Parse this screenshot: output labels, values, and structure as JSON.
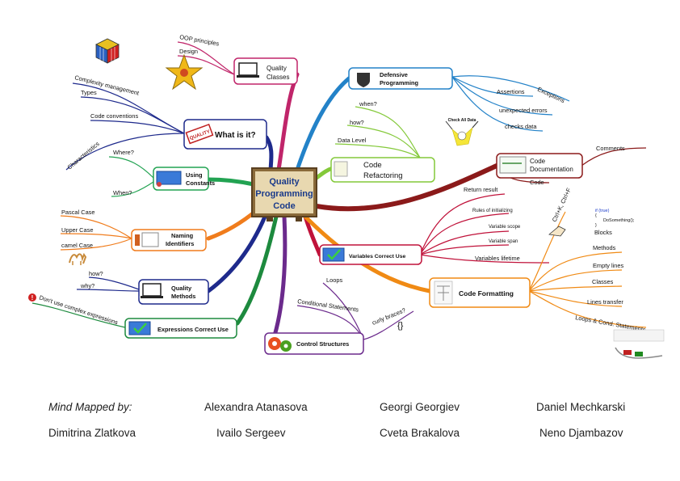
{
  "center": {
    "line1": "Quality",
    "line2": "Programming",
    "line3": "Code"
  },
  "topics": {
    "quality_classes": {
      "line1": "Quality",
      "line2": "Classes",
      "children": [
        "OOP principles",
        "Design"
      ]
    },
    "what_is_it": {
      "label": "What is it?",
      "badge": "QUALITY",
      "children": [
        "Complexity management",
        "Types",
        "Code conventions",
        "Characteristics"
      ]
    },
    "using_constants": {
      "line1": "Using",
      "line2": "Constants",
      "children": [
        "Where?",
        "When?"
      ]
    },
    "naming_identifiers": {
      "line1": "Naming",
      "line2": "Identifiers",
      "children": [
        "Pascal Case",
        "Upper Case",
        "camel Case"
      ]
    },
    "quality_methods": {
      "line1": "Quality",
      "line2": "Methods",
      "children": [
        "how?",
        "why?"
      ]
    },
    "expressions_correct_use": {
      "label": "Expressions Correct Use",
      "children": [
        "Don't use complex expressions"
      ]
    },
    "control_structures": {
      "label": "Control Structures",
      "children": [
        "Loops",
        "Conditional Statements",
        "curly braces?"
      ],
      "braces": "{}"
    },
    "defensive_programming": {
      "line1": "Defensive",
      "line2": "Programming",
      "children": [
        "Exceptions",
        "Assertions",
        "unexpected errors",
        "checks data"
      ]
    },
    "code_refactoring": {
      "line1": "Code",
      "line2": "Refactoring",
      "children": [
        "when?",
        "how?",
        "Data Level"
      ]
    },
    "code_documentation": {
      "line1": "Code",
      "line2": "Documentation",
      "children": [
        "Comments",
        "Code"
      ]
    },
    "variables_correct_use": {
      "label": "Variables Correct Use",
      "children": [
        "Return result",
        "Rules of initializing",
        "Variable scope",
        "Variable span",
        "Variables lifetime"
      ]
    },
    "code_formatting": {
      "label": "Code Formatting",
      "children": [
        "Ctrl+K, Ctrl+F",
        "Blocks",
        "Methods",
        "Empty lines",
        "Classes",
        "Lines transfer",
        "Loops & Cond. Statements"
      ]
    }
  },
  "images": {
    "check_all_data": "Check All Data",
    "code_snippet": [
      "if (true)",
      "{",
      "DoSomething();",
      "}"
    ]
  },
  "credits": {
    "label": "Mind Mapped by:",
    "names": [
      "Alexandra Atanasova",
      "Georgi Georgiev",
      "Daniel Mechkarski",
      "Dimitrina Zlatkova",
      "Ivailo Sergeev",
      "Cveta Brakalova",
      "Neno Djambazov"
    ]
  },
  "colors": {
    "classes": "#c0256a",
    "whatisit": "#1e2a8c",
    "constants": "#22a352",
    "naming": "#f07c1c",
    "methods": "#1e2a8c",
    "expressions": "#1d8a3e",
    "control": "#6b2a8c",
    "defensive": "#2382c8",
    "refactoring": "#84c93a",
    "documentation": "#8b1a1a",
    "variables": "#c0123a",
    "formatting": "#f08a14"
  }
}
